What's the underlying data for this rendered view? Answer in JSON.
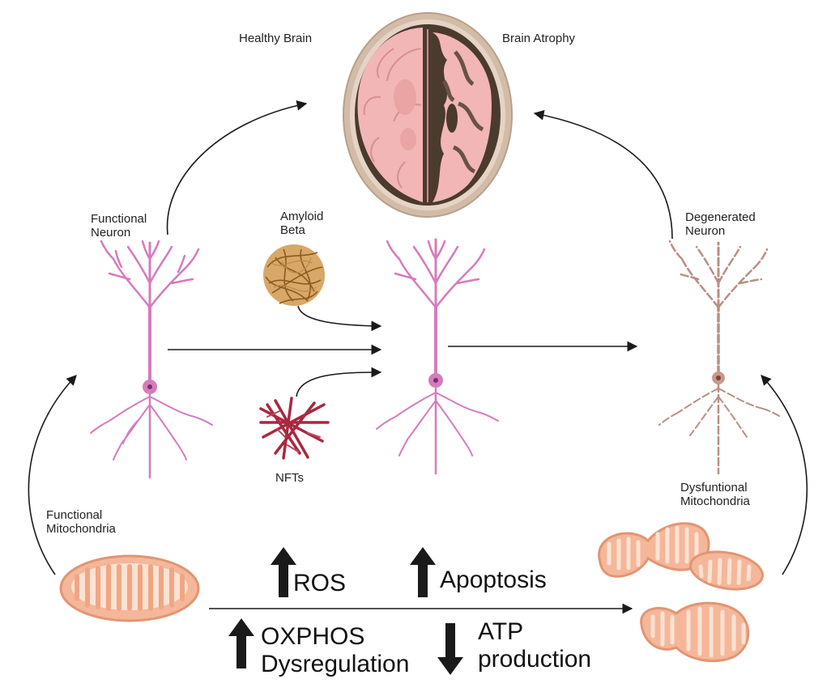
{
  "brain": {
    "healthy_label": "Healthy Brain",
    "atrophy_label": "Brain Atrophy"
  },
  "neurons": {
    "functional": [
      "Functional",
      "Neuron"
    ],
    "degenerated": [
      "Degenerated",
      "Neuron"
    ]
  },
  "aggregates": {
    "amyloid": [
      "Amyloid",
      "Beta"
    ],
    "nfts": "NFTs"
  },
  "mitochondria": {
    "functional": [
      "Functional",
      "Mitochondria"
    ],
    "dysfunctional": [
      "Dysfuntional",
      "Mitochondria"
    ]
  },
  "effects": {
    "ros": "ROS",
    "apoptosis": "Apoptosis",
    "oxphos": [
      "OXPHOS",
      "Dysregulation"
    ],
    "atp": [
      "ATP",
      "production"
    ]
  },
  "colors": {
    "neuron": "#d67bbd",
    "degenerated": "#b98f84",
    "amyloid": "#b0773a",
    "nft": "#a8283f",
    "brain_pink": "#f2b6b6",
    "brain_dark": "#4b3a2e",
    "mito": "#f4b79a",
    "arrow": "#1a1a1a"
  }
}
